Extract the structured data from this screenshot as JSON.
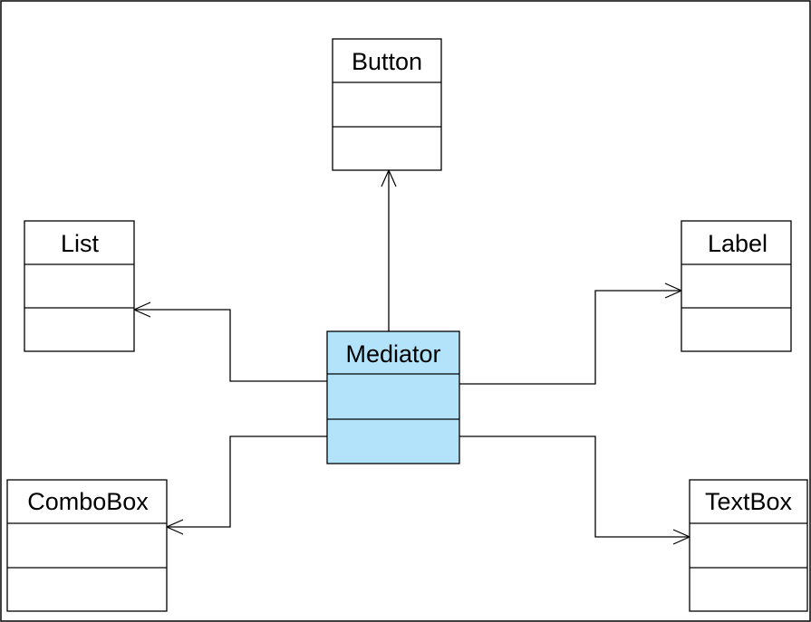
{
  "colors": {
    "background": "#ffffff",
    "stroke": "#000000",
    "mediator_fill": "#b3e3fa",
    "class_fill": "#ffffff"
  },
  "classes": {
    "button": {
      "name": "Button"
    },
    "list": {
      "name": "List"
    },
    "label": {
      "name": "Label"
    },
    "mediator": {
      "name": "Mediator"
    },
    "combobox": {
      "name": "ComboBox"
    },
    "textbox": {
      "name": "TextBox"
    }
  }
}
